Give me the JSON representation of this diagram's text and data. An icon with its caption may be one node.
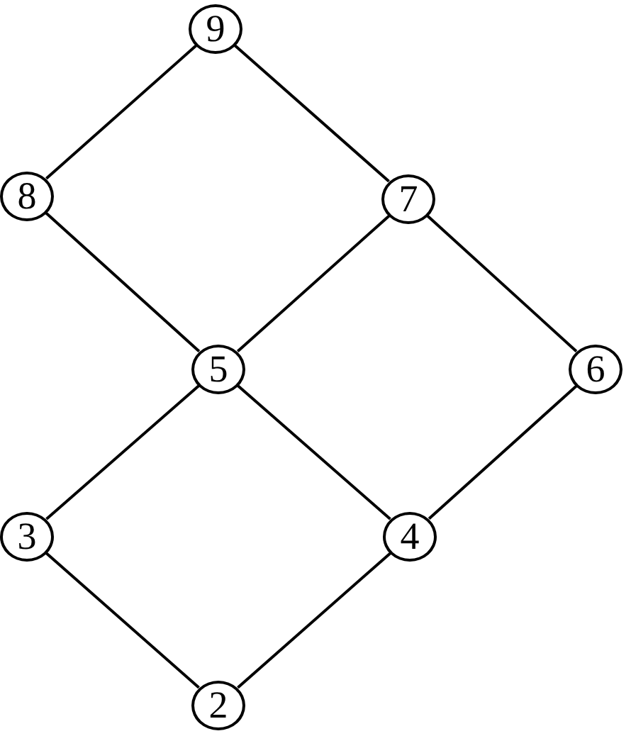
{
  "diagram": {
    "nodes": [
      {
        "text": [
          "9"
        ]
      },
      {
        "text": [
          "8"
        ]
      },
      {
        "text": [
          "7"
        ]
      },
      {
        "text": [
          "5"
        ]
      },
      {
        "text": [
          "6"
        ]
      },
      {
        "text": [
          "3"
        ]
      },
      {
        "text": [
          "4"
        ]
      },
      {
        "text": [
          "2"
        ]
      }
    ],
    "edges": [
      {
        "from": 0,
        "to": 1,
        "arrow": "none"
      },
      {
        "from": 0,
        "to": 2,
        "arrow": "none"
      },
      {
        "from": 1,
        "to": 3,
        "arrow": "none"
      },
      {
        "from": 2,
        "to": 3,
        "arrow": "none"
      },
      {
        "from": 2,
        "to": 4,
        "arrow": "none"
      },
      {
        "from": 3,
        "to": 5,
        "arrow": "none"
      },
      {
        "from": 3,
        "to": 6,
        "arrow": "none"
      },
      {
        "from": 4,
        "to": 6,
        "arrow": "none"
      },
      {
        "from": 5,
        "to": 7,
        "arrow": "none"
      },
      {
        "from": 6,
        "to": 7,
        "arrow": "none"
      }
    ]
  }
}
